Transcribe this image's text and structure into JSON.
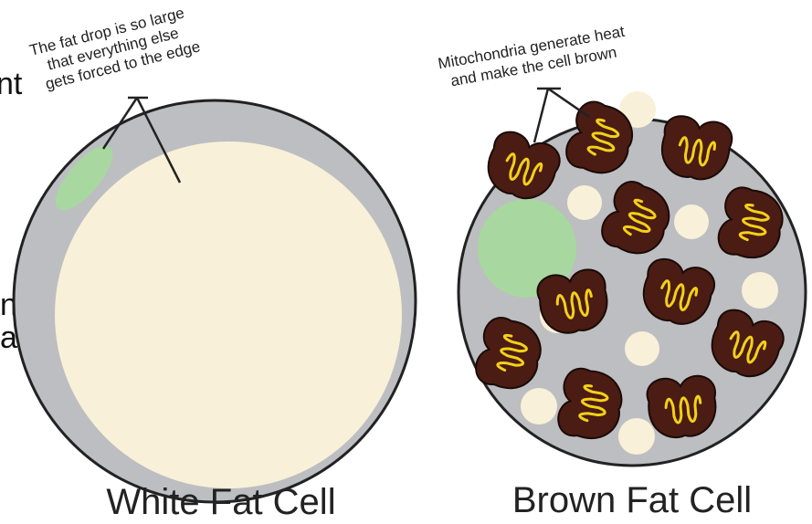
{
  "background_fragments": [
    "nt",
    "n",
    "a"
  ],
  "white_cell": {
    "label": "White Fat Cell",
    "annotation_lines": [
      "The fat drop is so large",
      "that everything else",
      "gets forced to the edge"
    ]
  },
  "brown_cell": {
    "label": "Brown Fat Cell",
    "annotation_lines": [
      "Mitochondria generate heat",
      "and make the cell brown"
    ]
  },
  "colors": {
    "cytoplasm": "#bcbec1",
    "outline": "#222222",
    "fat_droplet": "#f8f0d8",
    "nucleus": "#a8d8a0",
    "mitochondria": "#4a1c14",
    "cristae": "#f4d018"
  },
  "icons": [
    "mitochondrion-icon",
    "lipid-droplet-icon",
    "nucleus-icon"
  ]
}
